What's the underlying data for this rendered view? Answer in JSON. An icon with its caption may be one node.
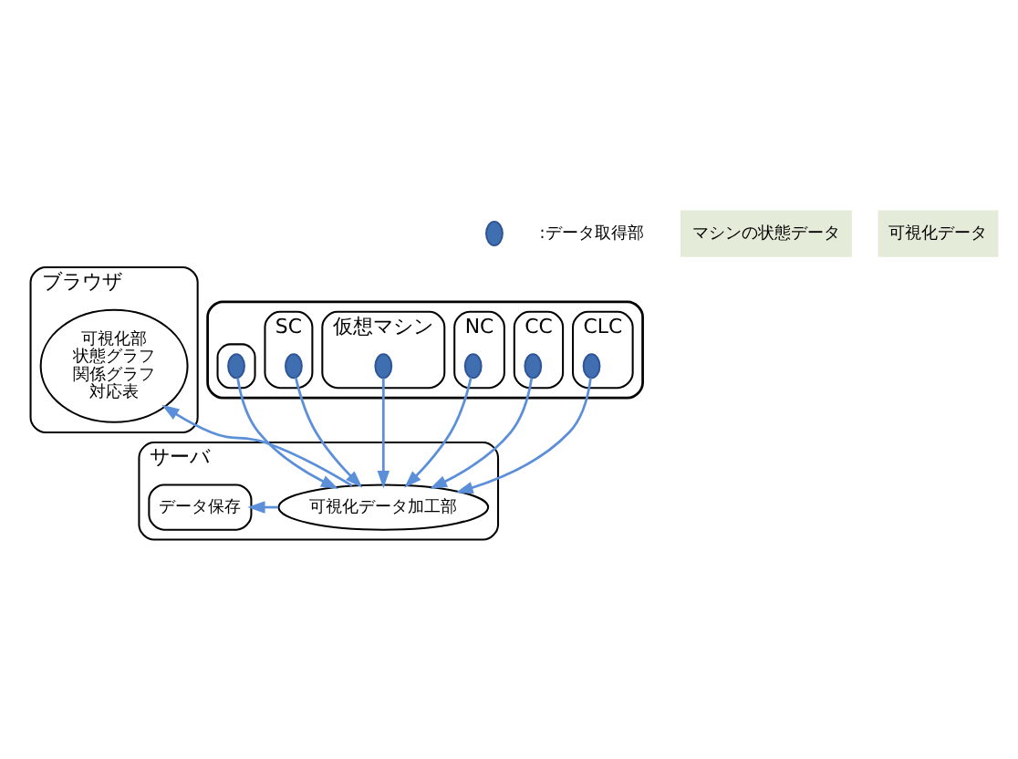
{
  "diagram": {
    "nodes": [
      {
        "text": [],
        "shape": "cloud"
      },
      {
        "text": [
          "CLC"
        ],
        "in": 0
      },
      {
        "text": [],
        "shape": "circle",
        "in": 1
      },
      {
        "text": [
          "CC"
        ],
        "in": 0
      },
      {
        "text": [],
        "shape": "circle",
        "in": 3
      },
      {
        "text": [
          "NC"
        ],
        "in": 0
      },
      {
        "text": [],
        "shape": "circle",
        "in": 5
      },
      {
        "text": [
          "仮想マシン"
        ],
        "in": 0
      },
      {
        "text": [],
        "shape": "circle",
        "in": 7
      },
      {
        "text": [
          "SC"
        ],
        "in": 0
      },
      {
        "text": [],
        "shape": "circle",
        "in": 9
      },
      {
        "text": [],
        "shape": "box",
        "in": 0
      },
      {
        "text": [],
        "shape": "circle",
        "in": 11
      },
      {
        "text": [
          "ブラウザ"
        ]
      },
      {
        "text": [
          "可視化部",
          "状態グラフ",
          "関係グラフ",
          "対応表"
        ],
        "in": 13
      },
      {
        "text": [
          "サーバ"
        ]
      },
      {
        "text": [
          "可視化データ加工部"
        ],
        "in": 15
      },
      {
        "text": [
          "データ保存"
        ],
        "in": 15
      }
    ],
    "edges": [
      {
        "from": 2,
        "to": 16,
        "arrow": "to"
      },
      {
        "from": 4,
        "to": 16,
        "arrow": "to"
      },
      {
        "from": 6,
        "to": 16,
        "arrow": "to"
      },
      {
        "from": 8,
        "to": 16,
        "arrow": "to"
      },
      {
        "from": 10,
        "to": 16,
        "arrow": "to"
      },
      {
        "from": 12,
        "to": 16,
        "arrow": "to"
      },
      {
        "from": 16,
        "to": 14,
        "arrow": "to"
      },
      {
        "from": 16,
        "to": 17,
        "arrow": "to"
      }
    ],
    "labels": [
      "マシンの状態データ",
      "可視化データ"
    ],
    "legend": [
      {
        "text": ":データ取得部"
      }
    ]
  }
}
